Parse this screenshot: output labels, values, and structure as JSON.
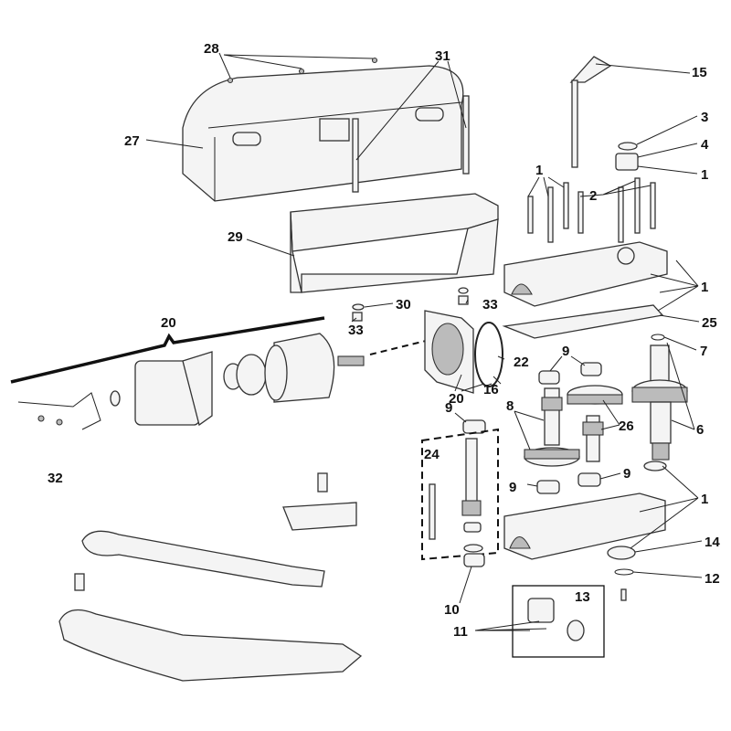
{
  "labels": {
    "l28": "28",
    "l31": "31",
    "l15": "15",
    "l27": "27",
    "l3": "3",
    "l4": "4",
    "l1a": "1",
    "l1b": "1",
    "l2": "2",
    "l29": "29",
    "l1c": "1",
    "l30": "30",
    "l33a": "33",
    "l33b": "33",
    "l20a": "20",
    "l25": "25",
    "l7": "7",
    "l22": "22",
    "l9a": "9",
    "l20b": "20",
    "l16": "16",
    "l9b": "9",
    "l8": "8",
    "l26": "26",
    "l6": "6",
    "l24": "24",
    "l9c": "9",
    "l9d": "9",
    "l1d": "1",
    "l32": "32",
    "l14": "14",
    "l12": "12",
    "l13": "13",
    "l10": "10",
    "l11": "11"
  }
}
